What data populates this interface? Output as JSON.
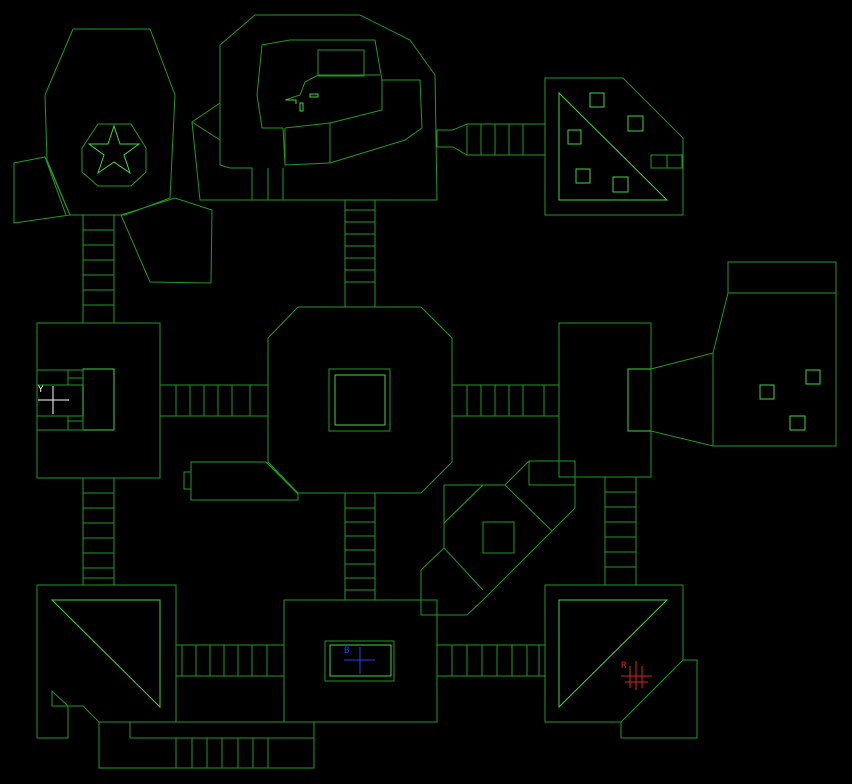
{
  "automap": {
    "background": "#000000",
    "wall_color": "#1f9a1f",
    "highlight_color": "#3fd63f",
    "markers": [
      {
        "id": "yellow",
        "label": "Y",
        "color": "#ffffff"
      },
      {
        "id": "blue",
        "label": "B",
        "color": "#2a3cff"
      },
      {
        "id": "red",
        "label": "R",
        "color": "#e02020"
      }
    ]
  }
}
